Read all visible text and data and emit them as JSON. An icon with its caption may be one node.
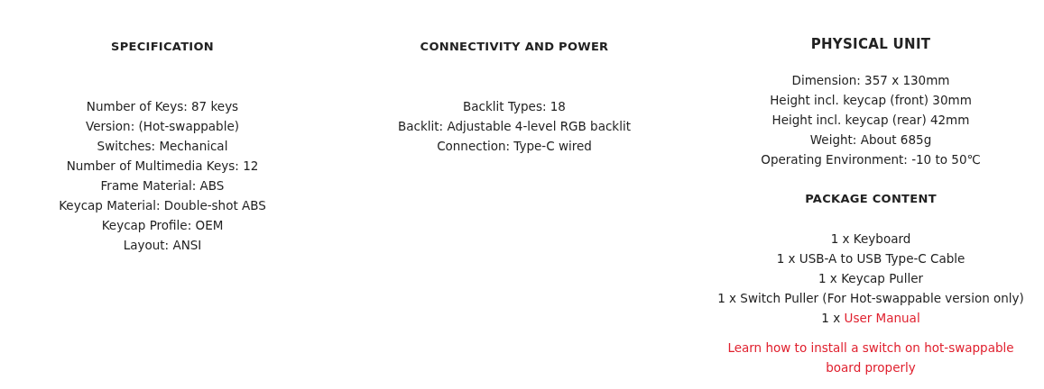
{
  "diagram": {
    "labels": [
      "SPECIFICATION",
      "Number of Keys: 87 keys",
      "Version: (Hot-swappable)",
      "Switches: Mechanical",
      "Number of Multimedia Keys: 12",
      "Frame Material: ABS",
      "Keycap Material: Double-shot ABS",
      "Keycap Profile: OEM",
      "Layout: ANSI",
      "CONNECTIVITY AND POWER",
      "Backlit Types: 18",
      "Backlit: Adjustable 4-level RGB backlit",
      "Connection: Type-C wired",
      "PHYSICAL UNIT",
      "Dimension: 357 x 130mm",
      "Height incl. keycap (front) 30mm",
      "Height incl. keycap (rear) 42mm",
      "Weight: About 685g",
      "Operating Environment: -10 to 50℃",
      "PACKAGE CONTENT",
      "1 x Keyboard",
      "1 x USB-A to USB Type-C Cable",
      "1 x Keycap Puller",
      "1 x Switch Puller (For Hot-swappable version only)",
      "1 x",
      "User Manual",
      "Learn how to install a switch on hot-swappable board properly"
    ]
  }
}
